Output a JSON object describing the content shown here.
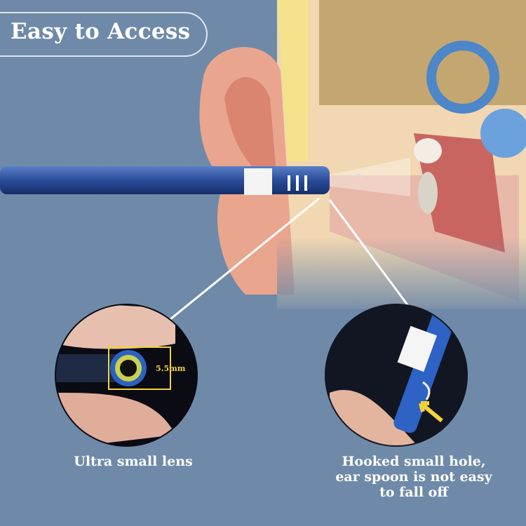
{
  "header": {
    "title": "Easy to Access"
  },
  "callouts": [
    {
      "caption": "Ultra small lens",
      "dimension_label": "5.5mm"
    },
    {
      "caption_lines": [
        "Hooked small hole,",
        "ear spoon is not easy",
        "to fall off"
      ]
    }
  ],
  "colors": {
    "background": "#6f8aa8",
    "accent_yellow": "#f2d23c",
    "probe_blue": "#2d4f9a"
  }
}
